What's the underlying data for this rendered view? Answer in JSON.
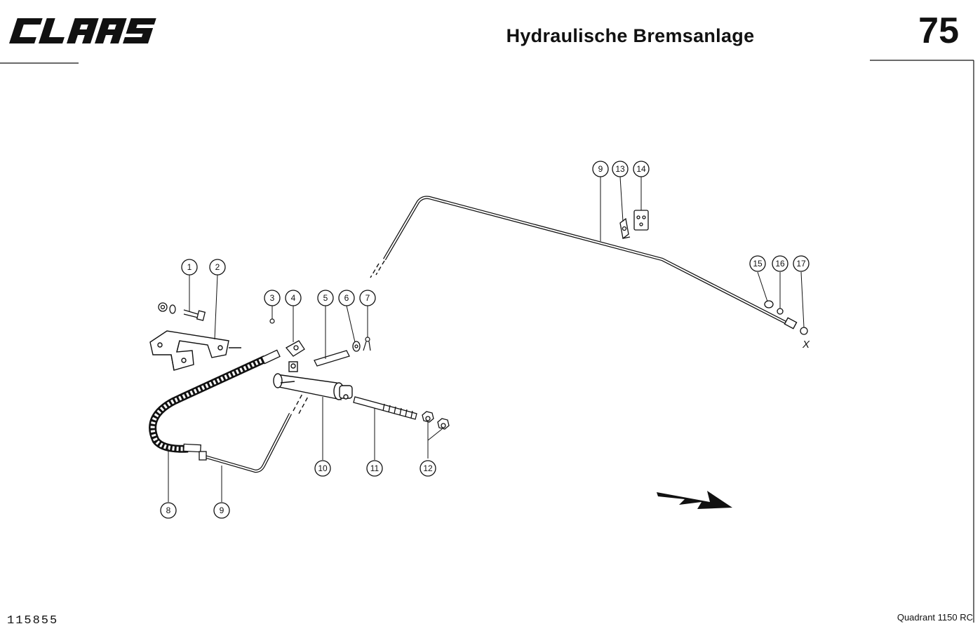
{
  "header": {
    "brand": "CLAAS",
    "title": "Hydraulische Bremsanlage",
    "page_number": "75"
  },
  "footer": {
    "document_number": "115855",
    "model": "Quadrant 1150 RC"
  },
  "diagram": {
    "callouts": [
      "1",
      "2",
      "3",
      "4",
      "5",
      "6",
      "7",
      "8",
      "9",
      "9",
      "10",
      "11",
      "12",
      "13",
      "14",
      "15",
      "16",
      "17"
    ],
    "end_marker": "X"
  }
}
